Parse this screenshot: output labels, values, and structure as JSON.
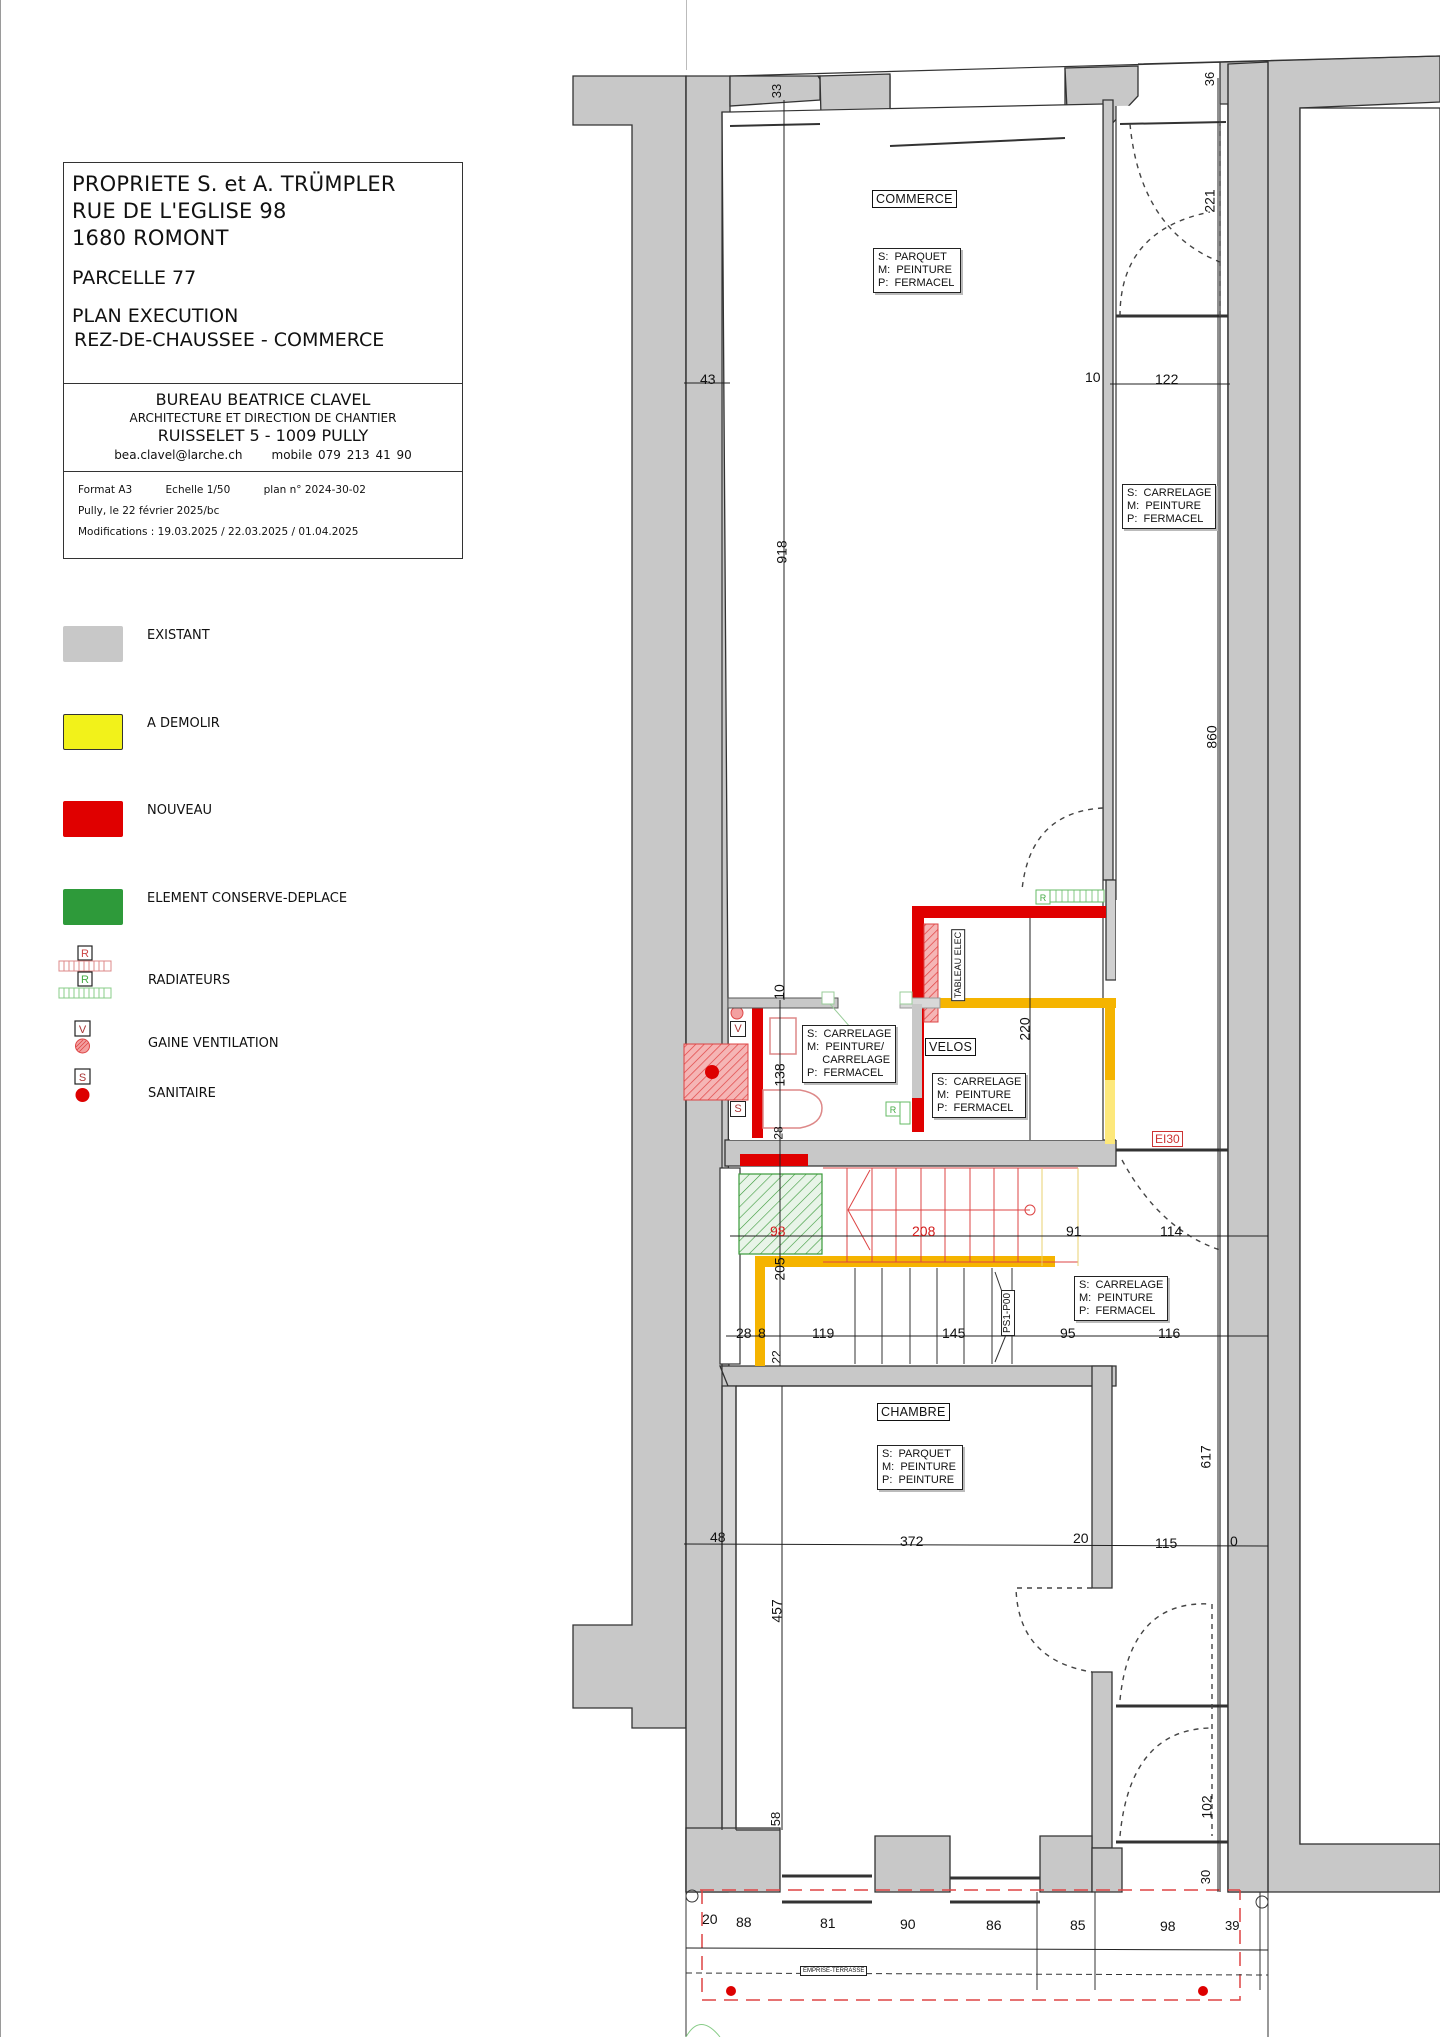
{
  "title_block": {
    "owner_line": "PROPRIETE S. et A. TRÜMPLER",
    "address_line": "RUE DE L'EGLISE 98",
    "city_line": "1680 ROMONT",
    "parcel": "PARCELLE 77",
    "plan_type": "PLAN EXECUTION",
    "plan_level": "REZ-DE-CHAUSSEE - COMMERCE",
    "office": {
      "name": "BUREAU BEATRICE CLAVEL",
      "subtitle": "ARCHITECTURE ET DIRECTION DE CHANTIER",
      "address": "RUISSELET 5 - 1009 PULLY",
      "email": "bea.clavel@larche.ch",
      "mobile": "mobile 079 213 41 90"
    },
    "meta": {
      "format": "Format A3",
      "scale": "Echelle 1/50",
      "plan_number": "plan n° 2024-30-02",
      "date_line": "Pully, le 22 février 2025/bc",
      "modifications": "Modifications : 19.03.2025 / 22.03.2025 / 01.04.2025"
    }
  },
  "legend": {
    "items": [
      {
        "label": "EXISTANT",
        "color": "#c8c8c8"
      },
      {
        "label": "A DEMOLIR",
        "color": "#f2f21a"
      },
      {
        "label": "NOUVEAU",
        "color": "#e00000"
      },
      {
        "label": "ELEMENT CONSERVE-DEPLACE",
        "color": "#2e9a3a"
      }
    ],
    "symbols": [
      {
        "label": "RADIATEURS",
        "glyph": "R"
      },
      {
        "label": "GAINE VENTILATION",
        "glyph": "V"
      },
      {
        "label": "SANITAIRE",
        "glyph": "S"
      }
    ]
  },
  "colors": {
    "existing_wall": "#c8c8c8",
    "new_wall": "#e00000",
    "demolish": "#f5b400",
    "conserved": "#2e9a3a",
    "line": "#222222"
  },
  "rooms": {
    "commerce": {
      "name": "COMMERCE",
      "finish": "S:  PARQUET\nM:  PEINTURE\nP:  FERMACEL"
    },
    "corridor_top": {
      "finish": "S:  CARRELAGE\nM:  PEINTURE\nP:  FERMACEL"
    },
    "wc": {
      "finish": "S:  CARRELAGE\nM:  PEINTURE/\n     CARRELAGE\nP:  FERMACEL"
    },
    "velos": {
      "name": "VELOS",
      "finish": "S:  CARRELAGE\nM:  PEINTURE\nP:  FERMACEL"
    },
    "hall": {
      "finish": "S:  CARRELAGE\nM:  PEINTURE\nP:  FERMACEL"
    },
    "chambre": {
      "name": "CHAMBRE",
      "finish": "S:  PARQUET\nM:  PEINTURE\nP:  PEINTURE"
    }
  },
  "tags": {
    "tableau_elec": "TABLEAU ELEC",
    "ei30": "EI30",
    "ps1": "PS1-P00",
    "radiator": "R",
    "ventilation": "V",
    "sanitary": "S",
    "exterior_note": "EMPRISE-TERRASSE"
  },
  "dimensions": {
    "top_33": "33",
    "top_36": "36",
    "d_221": "221",
    "d_43": "43",
    "d_10a": "10",
    "d_122": "122",
    "d_918": "918",
    "d_860": "860",
    "d_10b": "10",
    "d_220": "220",
    "d_138": "138",
    "d_28a": "28",
    "stair_98": "98",
    "stair_208": "208",
    "d_91": "91",
    "d_114": "114",
    "d_205": "205",
    "row_28": "28",
    "row_8": "8",
    "row_119": "119",
    "row_145": "145",
    "row_95": "95",
    "row_116": "116",
    "d_22": "22",
    "d_617": "617",
    "ch_48": "48",
    "ch_372": "372",
    "ch_20": "20",
    "ch_115": "115",
    "ch_0": "0",
    "d_457": "457",
    "d_58": "58",
    "d_102": "102",
    "d_30": "30",
    "bot_20": "20",
    "bot_88": "88",
    "bot_81": "81",
    "bot_90": "90",
    "bot_86": "86",
    "bot_85": "85",
    "bot_98": "98",
    "bot_39": "39"
  }
}
